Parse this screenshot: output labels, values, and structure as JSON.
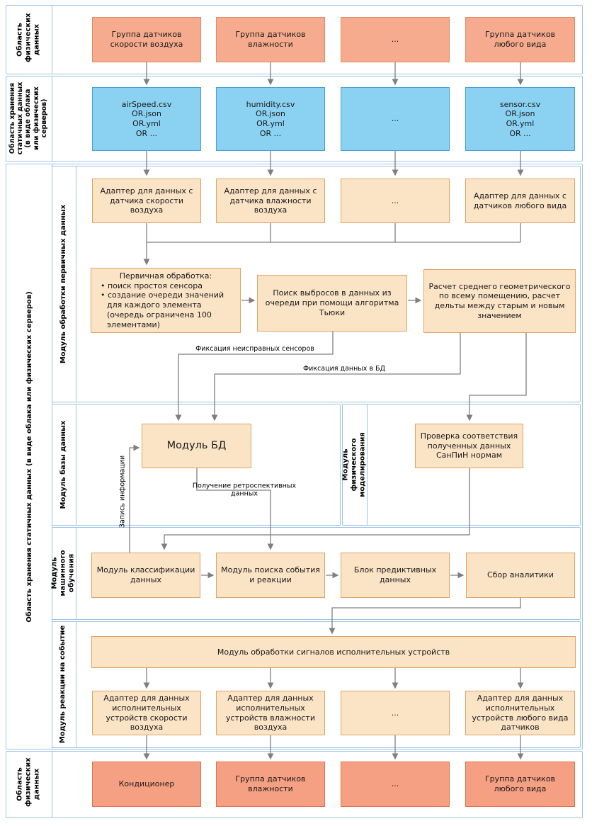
{
  "colors": {
    "region_border": "#9dc3e6",
    "sensor_box_fill": "#f6ab8e",
    "sensor_box_stroke": "#e08a63",
    "device_box_fill": "#f5a083",
    "device_box_stroke": "#df714b",
    "file_box_fill": "#8bd1f1",
    "file_box_stroke": "#42a0d8",
    "module_box_fill": "#fbe3c6",
    "module_box_stroke": "#dfa263",
    "connector": "#7f7f7f",
    "text": "#1a1a1a"
  },
  "regions": {
    "physical_top": {
      "label": "Область физических данных"
    },
    "storage_top": {
      "label": "Область хранения статичных данных (в виде облака или физических серверов)"
    },
    "storage_main": {
      "label": "Область хранения статичных данных (в виде облака или физических серверов)"
    },
    "physical_bottom": {
      "label": "Область физических данных"
    }
  },
  "sections": {
    "primary_processing": {
      "label": "Модуль обработки  первичных данных"
    },
    "database": {
      "label": "Модуль базы данных"
    },
    "physical_modeling": {
      "label": "Модуль физического моделирования"
    },
    "machine_learning": {
      "label": "Модуль машинного обучения"
    },
    "event_reaction": {
      "label": "Модуль реакции на событие"
    }
  },
  "nodes": {
    "sensor_groups_top": [
      "Группа датчиков скорости воздуха",
      "Группа датчиков влажности",
      "...",
      "Группа датчиков любого вида"
    ],
    "data_files": [
      "airSpeed.csv\nOR.json\nOR.yml\nOR ...",
      "humidity.csv\nOR.json\nOR.yml\nOR ...",
      "...",
      "sensor.csv\nOR.json\nOR.yml\nOR ..."
    ],
    "input_adapters": [
      "Адаптер для данных с датчика скорости воздуха",
      "Адаптер для данных с датчика влажности воздуха",
      "...",
      "Адаптер для данных с датчиков любого вида"
    ],
    "primary_processing": {
      "title": "Первичная обработка:",
      "bullet1": "• поиск простоя сенсора",
      "bullet2": "• создание очереди значений для каждого элемента (очередь ограничена 100 элементами)"
    },
    "outlier_search": "Поиск выбросов в данных из очереди при помощи алгоритма Тьюки",
    "geometric_mean": "Расчет среднего геометрического по всему помещению, расчет дельты между старым и новым значением",
    "db_module": "Модуль БД",
    "sanpin_check": "Проверка соответствия полученных данных СанПиН нормам",
    "classification": "Модуль классификации данных",
    "event_search": "Модуль поиска события и реакции",
    "predictive": "Блок предиктивных данных",
    "analytics": "Сбор аналитики",
    "signal_processing": "Модуль обработки сигналов исполнительных устройств",
    "output_adapters": [
      "Адаптер для данных исполнительных устройств скорости воздуха",
      "Адаптер для данных исполнительных устройств влажности воздуха",
      "...",
      "Адаптер для данных исполнительных устройств любого вида датчиков"
    ],
    "devices_bottom": [
      "Кондиционер",
      "Группа датчиков влажности",
      "...",
      "Группа датчиков любого вида"
    ]
  },
  "edge_labels": {
    "faulty_sensors": "Фиксация неисправных сенсоров",
    "fix_data_db": "Фиксация данных в БД",
    "retrospective": "Получение ретроспективных данных",
    "write_info": "Запись информации"
  }
}
